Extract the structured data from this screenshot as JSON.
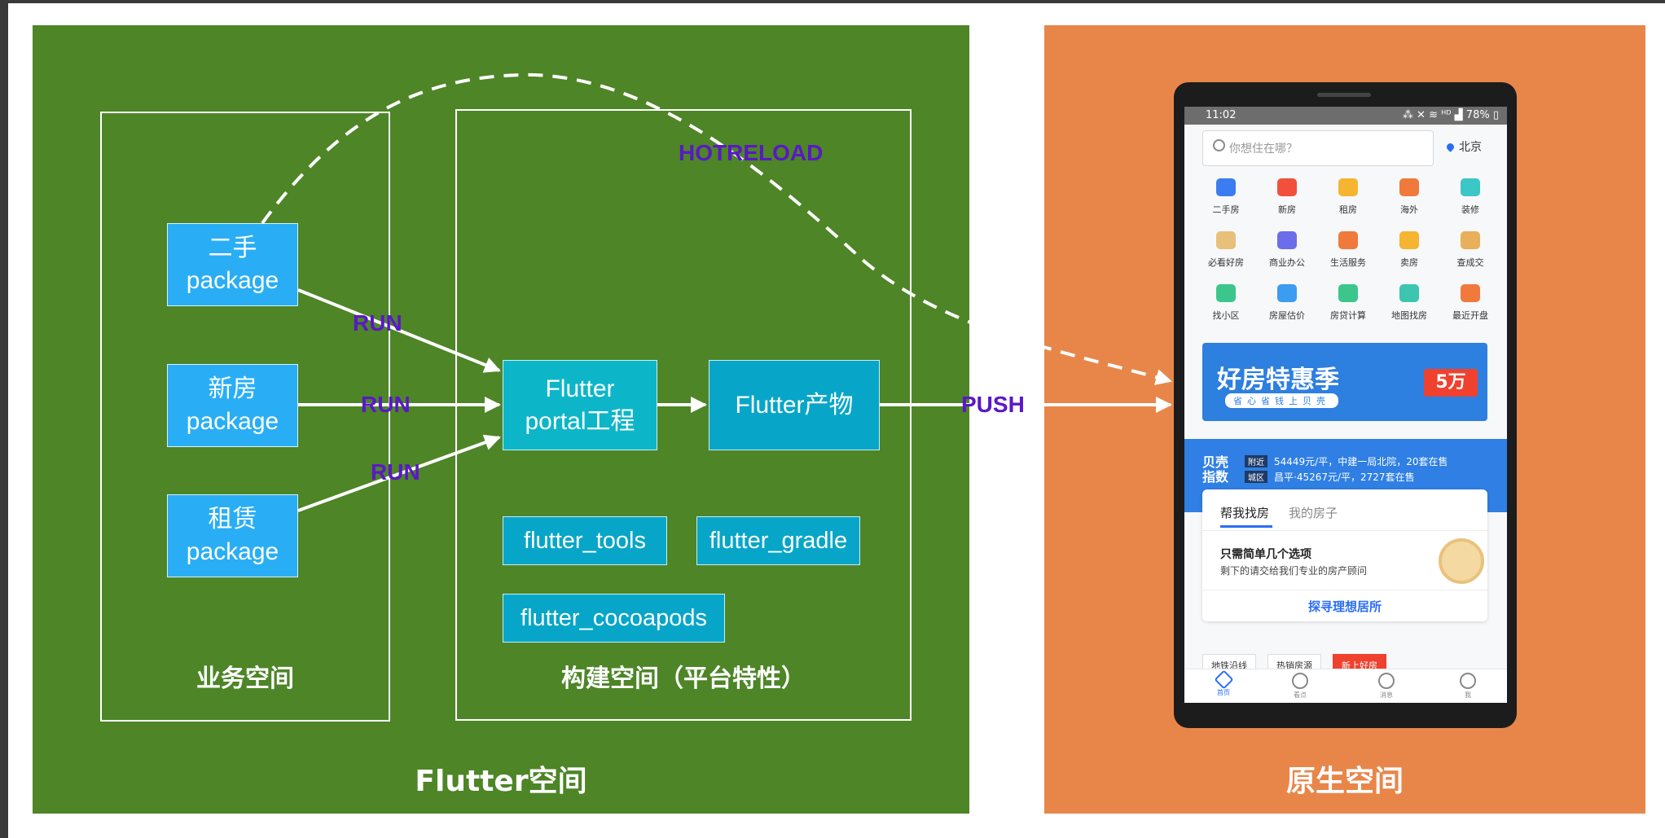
{
  "spaces": {
    "flutter_label": "Flutter空间",
    "native_label": "原生空间",
    "business_label": "业务空间",
    "build_label": "构建空间（平台特性）",
    "flutter_color": "#4d8527",
    "native_color": "#e8864a"
  },
  "packages": {
    "second_hand": {
      "line1": "二手",
      "line2": "package"
    },
    "new_house": {
      "line1": "新房",
      "line2": "package"
    },
    "rental": {
      "line1": "租赁",
      "line2": "package"
    }
  },
  "build": {
    "portal": {
      "line1": "Flutter",
      "line2": "portal工程"
    },
    "product": "Flutter产物",
    "tools": [
      "flutter_tools",
      "flutter_gradle",
      "flutter_cocoapods"
    ]
  },
  "arrows": {
    "run_label": "RUN",
    "push_label": "PUSH",
    "hotreload_label": "HOTRELOAD",
    "label_color": "#5a18c7"
  },
  "phone": {
    "status": {
      "time": "11:02",
      "icons": "⁂ ✕ ≋ ᴴᴰ ▟ 78% ▯"
    },
    "search_placeholder": "你想住在哪？",
    "city": "北京",
    "grid": [
      {
        "label": "二手房",
        "color": "#3b7cf0"
      },
      {
        "label": "新房",
        "color": "#f0503c"
      },
      {
        "label": "租房",
        "color": "#f5b531"
      },
      {
        "label": "海外",
        "color": "#f07a3c"
      },
      {
        "label": "装修",
        "color": "#3cc6c6"
      },
      {
        "label": "必看好房",
        "color": "#e8c07a"
      },
      {
        "label": "商业办公",
        "color": "#6b6ee8"
      },
      {
        "label": "生活服务",
        "color": "#f07a3c"
      },
      {
        "label": "卖房",
        "color": "#f5b531"
      },
      {
        "label": "查成交",
        "color": "#e8b05a"
      },
      {
        "label": "找小区",
        "color": "#3cc68c"
      },
      {
        "label": "房屋估价",
        "color": "#3b9cf0"
      },
      {
        "label": "房贷计算",
        "color": "#3cc68c"
      },
      {
        "label": "地图找房",
        "color": "#3cc6b0"
      },
      {
        "label": "最近开盘",
        "color": "#f07a3c"
      }
    ],
    "banner": {
      "title": "好房特惠季",
      "subtitle": "省心省钱上贝壳",
      "coupon": "5万"
    },
    "index": {
      "logo": "贝壳指数",
      "row1_tag": "附近",
      "row1_text": "54449元/平，中建一局北院，20套在售",
      "row2_tag": "城区",
      "row2_text": "昌平·45267元/平，2727套在售"
    },
    "card": {
      "tab_active": "帮我找房",
      "tab_inactive": "我的房子",
      "headline": "只需简单几个选项",
      "subline": "剩下的请交给我们专业的房产顾问",
      "link": "探寻理想居所"
    },
    "chips": [
      "地铁沿线",
      "热销房源",
      "新上好房"
    ],
    "tabbar": [
      "首页",
      "看点",
      "消息",
      "我"
    ]
  }
}
